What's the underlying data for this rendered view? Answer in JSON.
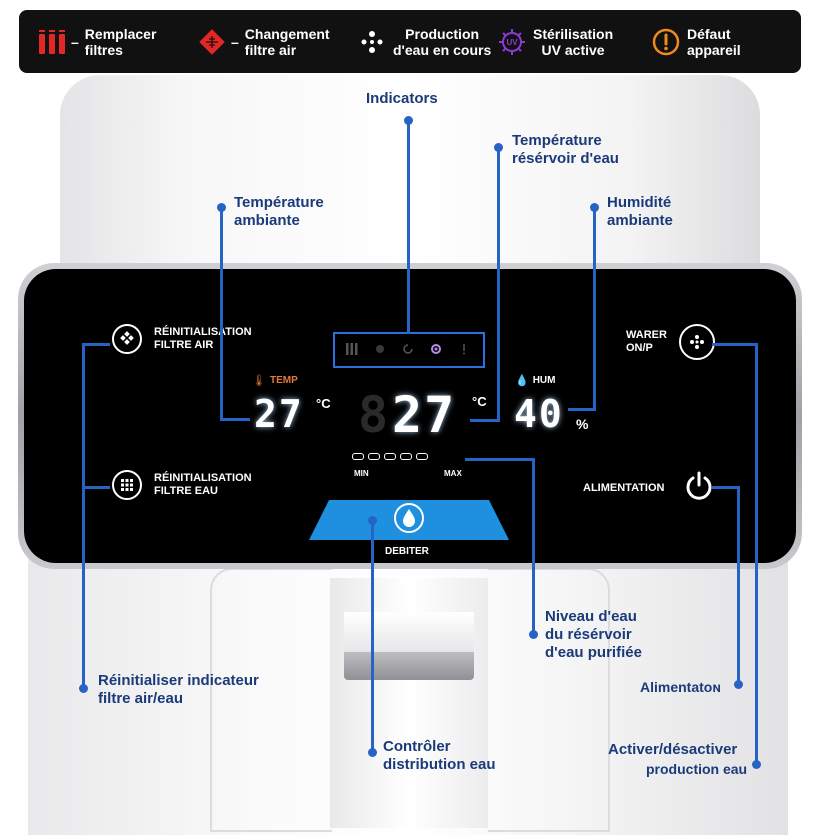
{
  "legend": {
    "items": [
      {
        "icon": "filter-bars-icon",
        "label": "Remplacer\nfiltres",
        "dash": "–",
        "color": "#e32626"
      },
      {
        "icon": "air-filter-diamond-icon",
        "label": "Changement\nfiltre air",
        "dash": "–",
        "color": "#e32626"
      },
      {
        "icon": "water-dots-icon",
        "label": "Production\nd'eau en cours",
        "color": "#ffffff"
      },
      {
        "icon": "uv-gear-icon",
        "label": "Stérilisation\nUV active",
        "color": "#8a3ad6"
      },
      {
        "icon": "warning-circle-icon",
        "label": "Défaut\nappareil",
        "color": "#f08a1e"
      }
    ]
  },
  "panel": {
    "reset_air": {
      "line1": "RÉINITIALISATION",
      "line2": "FILTRE AIR"
    },
    "reset_water": {
      "line1": "RÉINITIALISATION",
      "line2": "FILTRE EAU"
    },
    "warer": {
      "line1": "WARER",
      "line2": "ON/P"
    },
    "power_label": "ALIMENTATION",
    "temp_label": "TEMP",
    "hum_label": "HUM",
    "ambient_temp": "27",
    "ambient_unit": "°C",
    "tank_temp": "27",
    "tank_unit": "°C",
    "humidity": "40",
    "humidity_unit": "%",
    "level_min": "MIN",
    "level_max": "MAX",
    "water_level_segments_filled": 5,
    "water_level_segments_total": 5,
    "dispense_label": "DEBITER"
  },
  "callouts": {
    "indicators": "Indicators",
    "tank_temperature": "Température\nrésérvoir d'eau",
    "ambient_temperature": "Température\nambiante",
    "ambient_humidity": "Humidité\nambiante",
    "water_level": "Niveau d'eau\ndu résérvoir\nd'eau purifiée",
    "reset_indicator": "Réinitialiser indicateur\nfiltre air/eau",
    "power": "Alimentatoɴ",
    "dispense_control": "Contrôler\ndistribution eau",
    "toggle_production_line1": "Activer/désactiver",
    "toggle_production_line2": "production eau"
  },
  "colors": {
    "callout_text": "#1b3a7a",
    "callout_line": "#2563c4",
    "dispense_button": "#1f8fe0",
    "panel_bg": "#000000"
  }
}
